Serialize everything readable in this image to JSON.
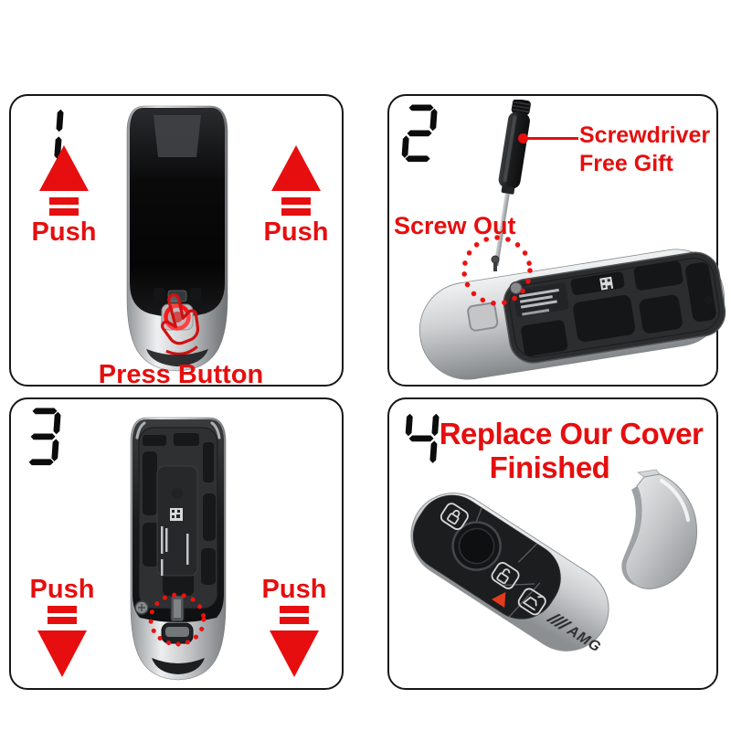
{
  "colors": {
    "background": "#ffffff",
    "panel_border": "#161616",
    "accent_red": "#e60e0e",
    "highlight_dotted_red": "#ee1111",
    "digit_black": "#0c0c0c",
    "fob_chrome": "#c7c9cb",
    "fob_black": "#0a0a0b",
    "panic_triangle_orange": "#e23b1e"
  },
  "icons": {
    "push-up-arrow": "solid red triangle pointing up with two bars below",
    "push-down-arrow": "solid red triangle pointing down with two bars above",
    "press-finger": "red outlined tapping hand over glowing round button",
    "screwdriver": "black precision screwdriver pointing at screw",
    "callout-dot": "red dot marker on screwdriver handle",
    "callout-line": "red leader line to label",
    "screw-highlight-circle": "red dotted circle around screw",
    "latch-highlight-circle": "red dotted circle around latch",
    "lock": "closed padlock button glyph",
    "unlock": "open padlock button glyph",
    "trunk-release": "trunk open button glyph",
    "panic": "red warning triangle button",
    "amg-badge": "striped AMG logotype on chrome"
  },
  "steps": {
    "step1": {
      "number": "1",
      "push_left": "Push",
      "push_right": "Push",
      "caption": "Press Button"
    },
    "step2": {
      "number": "2",
      "callout_title": "Screwdriver",
      "callout_subtitle": "Free Gift",
      "action_label": "Screw Out"
    },
    "step3": {
      "number": "3",
      "push_left": "Push",
      "push_right": "Push"
    },
    "step4": {
      "number": "4",
      "title_line1": "Replace Our Cover",
      "title_line2": "Finished",
      "fob_logo": "AMG"
    }
  }
}
